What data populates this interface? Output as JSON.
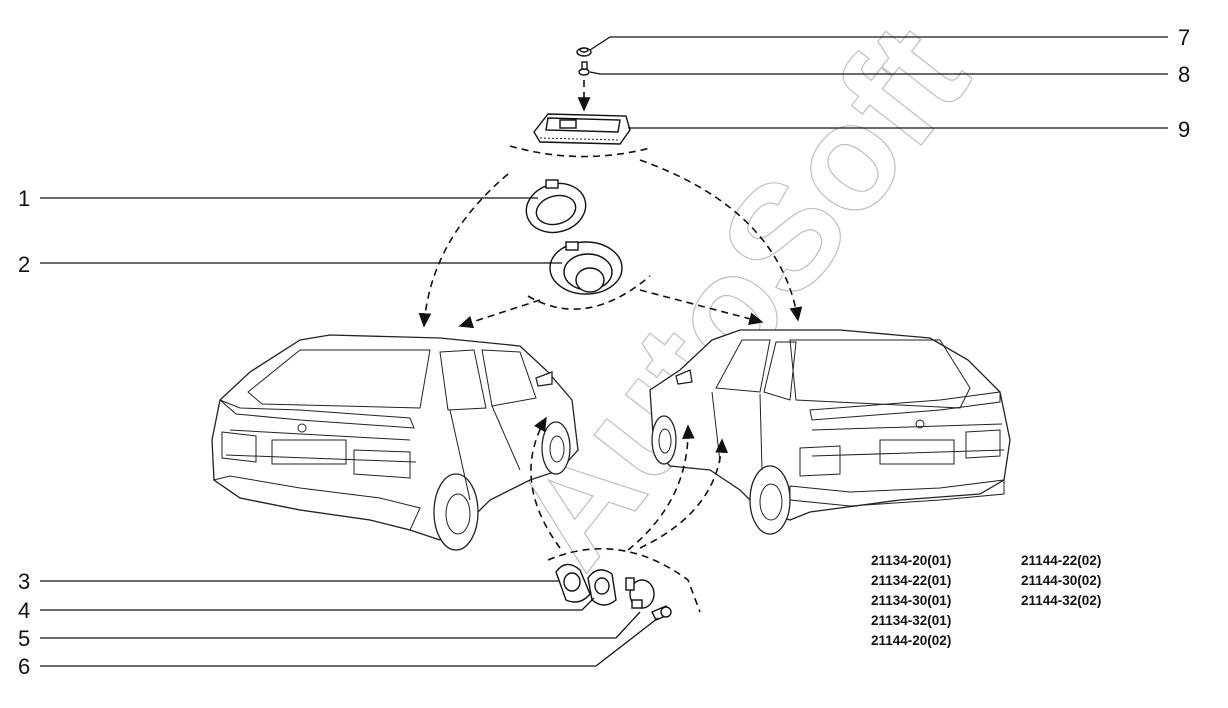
{
  "watermark": "AutoSoft",
  "callouts": [
    "1",
    "2",
    "3",
    "4",
    "5",
    "6",
    "7",
    "8",
    "9"
  ],
  "models": {
    "left_column": [
      "21134-20(01)",
      "21134-22(01)",
      "21134-30(01)",
      "21134-32(01)",
      "21144-20(02)"
    ],
    "right_column": [
      "21144-22(02)",
      "21144-30(02)",
      "21144-32(02)"
    ]
  }
}
